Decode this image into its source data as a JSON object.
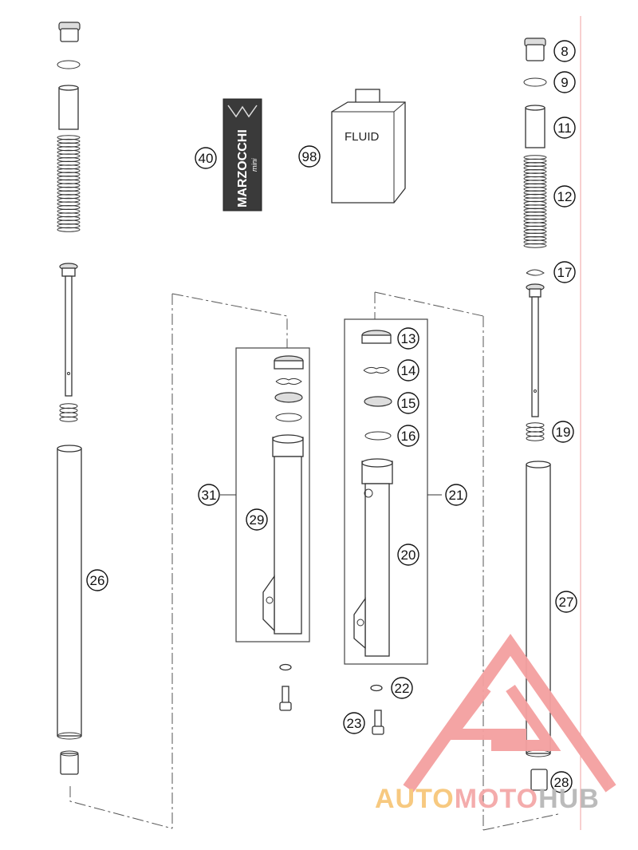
{
  "diagram": {
    "callouts": [
      {
        "id": "8",
        "label": "8"
      },
      {
        "id": "9",
        "label": "9"
      },
      {
        "id": "11",
        "label": "11"
      },
      {
        "id": "12",
        "label": "12"
      },
      {
        "id": "17",
        "label": "17"
      },
      {
        "id": "19",
        "label": "19"
      },
      {
        "id": "13",
        "label": "13"
      },
      {
        "id": "14",
        "label": "14"
      },
      {
        "id": "15",
        "label": "15"
      },
      {
        "id": "16",
        "label": "16"
      },
      {
        "id": "21",
        "label": "21"
      },
      {
        "id": "20",
        "label": "20"
      },
      {
        "id": "31",
        "label": "31"
      },
      {
        "id": "29",
        "label": "29"
      },
      {
        "id": "26",
        "label": "26"
      },
      {
        "id": "27",
        "label": "27"
      },
      {
        "id": "22",
        "label": "22"
      },
      {
        "id": "23",
        "label": "23"
      },
      {
        "id": "28",
        "label": "28"
      },
      {
        "id": "40",
        "label": "40"
      },
      {
        "id": "98",
        "label": "98"
      }
    ],
    "decal_text": "MARZOCCHI",
    "decal_subtext": "mini",
    "fluid_label": "FLUID"
  },
  "watermark": {
    "text_part1": "AUTO",
    "text_part2": "MOTO",
    "text_part3": "HUB",
    "colors": {
      "triangle": "#f4a0a0",
      "auto": "#f7c77a",
      "moto": "#f4a8a8",
      "hub": "#b8b8b8"
    }
  }
}
